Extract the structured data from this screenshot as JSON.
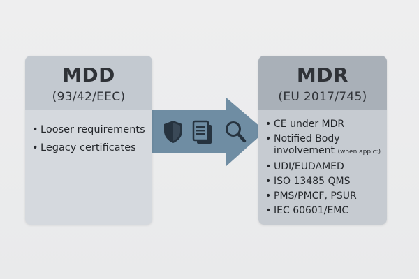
{
  "left_card": {
    "title": "MDD",
    "subtitle": "(93/42/EEC)",
    "items": [
      "Looser requirements",
      "Legacy certificates"
    ]
  },
  "right_card": {
    "title": "MDR",
    "subtitle": "(EU 2017/745)",
    "items": [
      {
        "text": "CE under MDR"
      },
      {
        "text": "Notified Body",
        "continuation": "involvement",
        "note": "(when applc:)"
      },
      {
        "text": "UDI/EUDAMED"
      },
      {
        "text": "ISO 13485 QMS"
      },
      {
        "text": "PMS/PMCF, PSUR"
      },
      {
        "text": "IEC 60601/EMC"
      }
    ]
  },
  "arrow": {
    "icons": [
      "shield-icon",
      "document-icon",
      "magnifier-icon"
    ]
  },
  "colors": {
    "background": "#ececed",
    "arrow": "#6f8da3",
    "card_left_body": "#d5d9de",
    "card_left_header": "#c3c9d0",
    "card_right_body": "#c6cbd1",
    "card_right_header": "#a9b0b8",
    "icon": "#26333f"
  }
}
